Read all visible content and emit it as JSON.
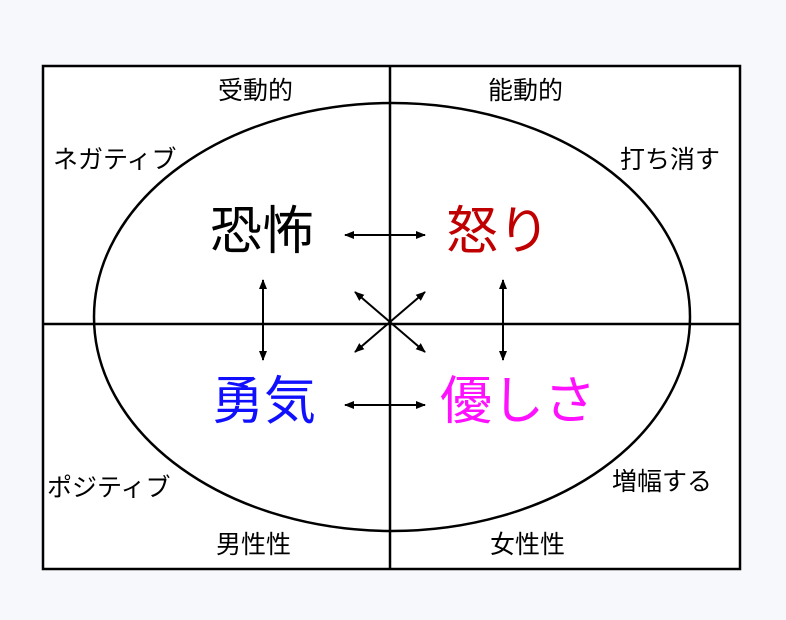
{
  "labels": {
    "top_left": "受動的",
    "top_right": "能動的",
    "left_upper": "ネガティブ",
    "right_upper": "打ち消す",
    "left_lower": "ポジティブ",
    "right_lower": "増幅する",
    "bottom_left": "男性性",
    "bottom_right": "女性性"
  },
  "emotions": {
    "fear": {
      "text": "恐怖",
      "color": "#000000"
    },
    "anger": {
      "text": "怒り",
      "color": "#c00000"
    },
    "courage": {
      "text": "勇気",
      "color": "#1010ff"
    },
    "kindness": {
      "text": "優しさ",
      "color": "#ff10ff"
    }
  }
}
